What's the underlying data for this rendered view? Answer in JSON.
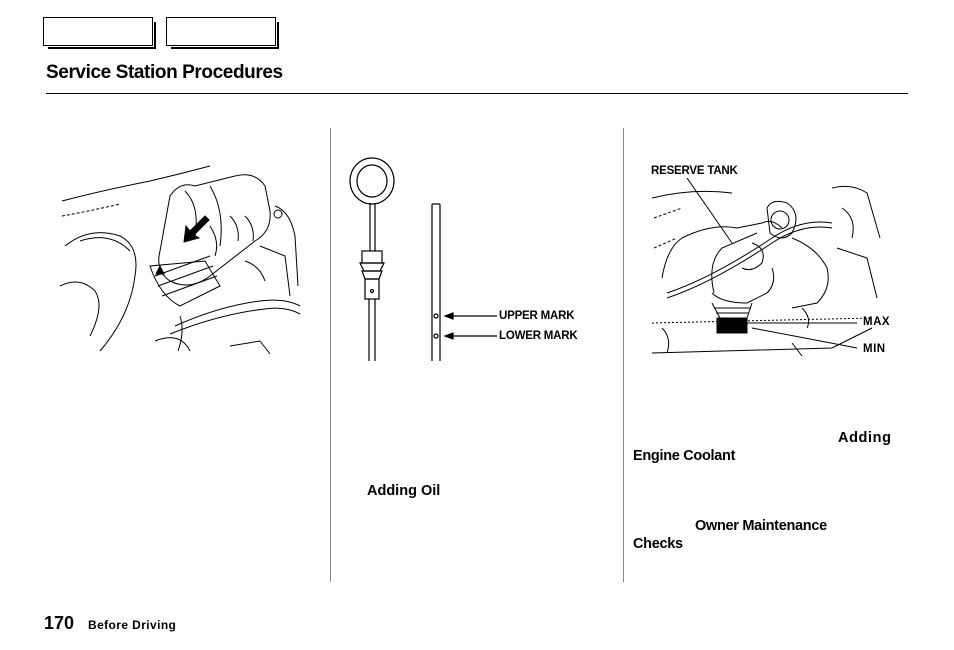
{
  "header": {
    "title": "Service Station Procedures"
  },
  "figures": {
    "dipstick": {
      "upper_mark": "UPPER MARK",
      "lower_mark": "LOWER MARK"
    },
    "coolant": {
      "reserve_tank": "RESERVE TANK",
      "max": "MAX",
      "min": "MIN"
    }
  },
  "links": {
    "adding_oil": "Adding Oil",
    "adding": "Adding",
    "engine_coolant": "Engine Coolant",
    "owner_maintenance": "Owner Maintenance",
    "checks": "Checks"
  },
  "footer": {
    "page_number": "170",
    "section": "Before Driving"
  }
}
